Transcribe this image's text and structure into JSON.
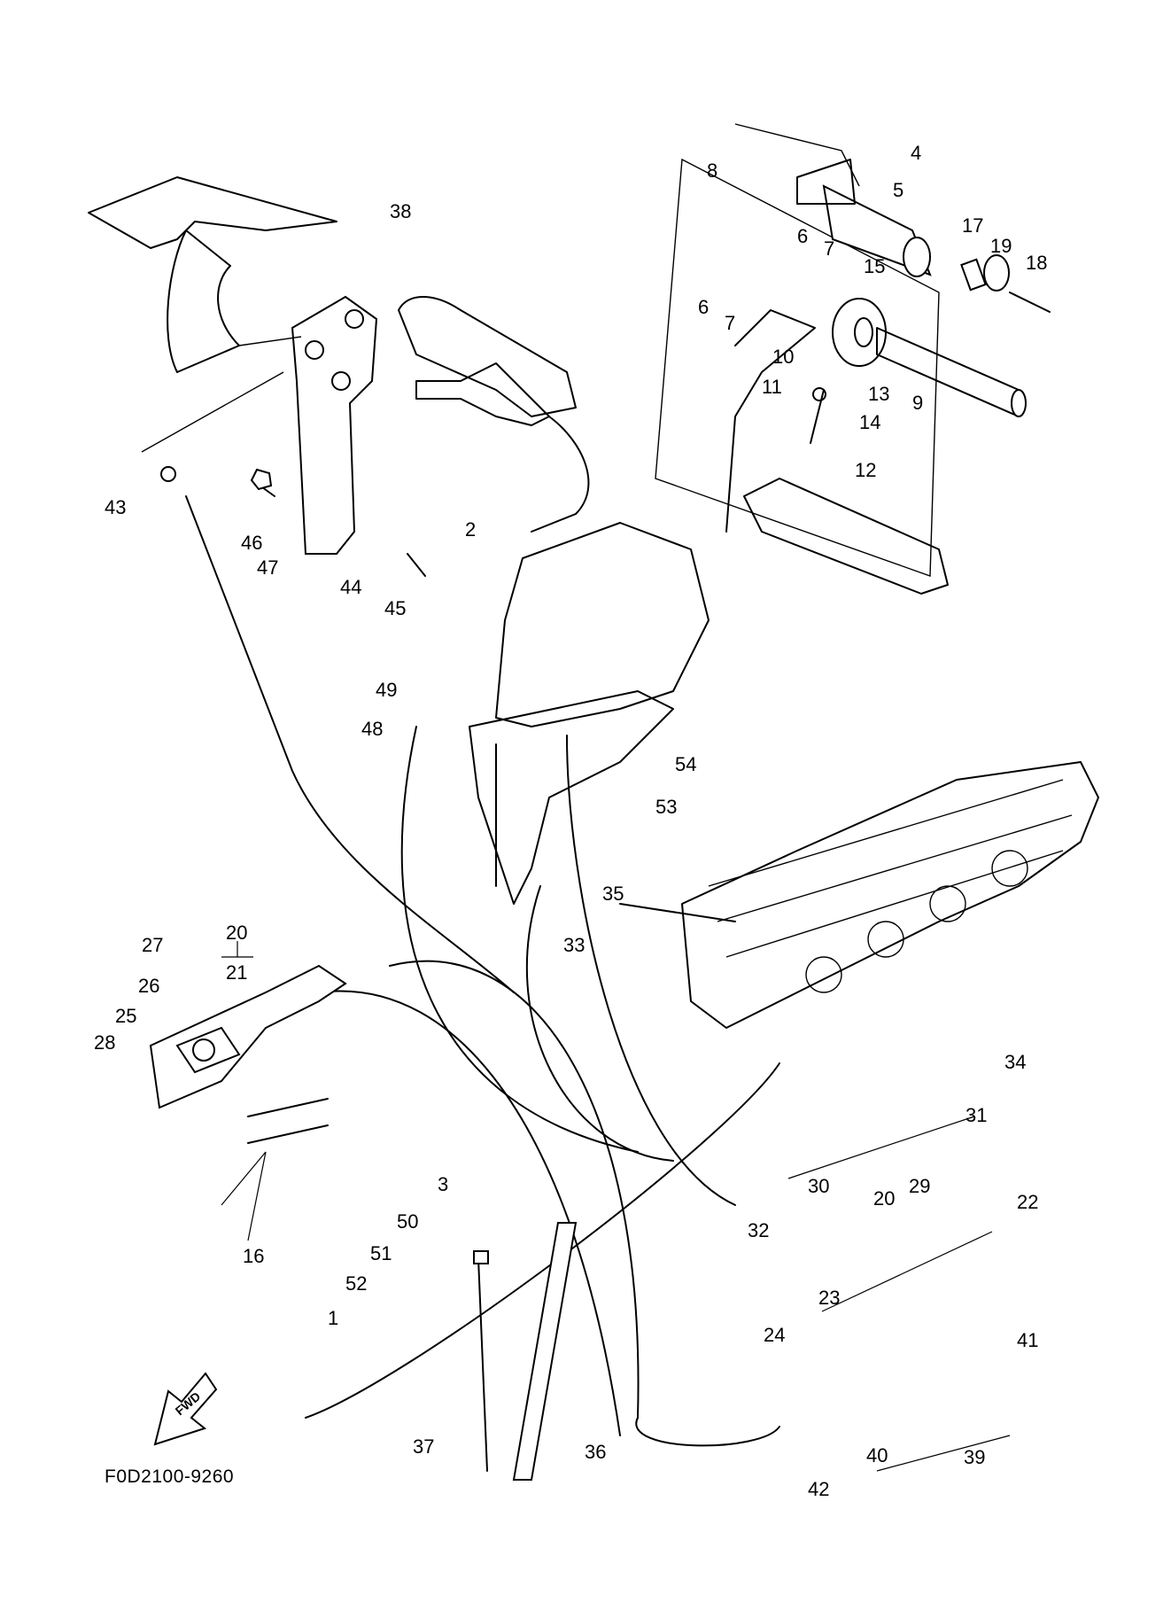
{
  "diagram": {
    "title": "Exploded parts diagram - steering / throttle cables and handlebar",
    "figure_code": "F0D2100-9260",
    "direction_marker": "FWD",
    "callouts": [
      {
        "id": "1",
        "label": "1"
      },
      {
        "id": "2",
        "label": "2"
      },
      {
        "id": "3",
        "label": "3"
      },
      {
        "id": "4",
        "label": "4"
      },
      {
        "id": "5",
        "label": "5"
      },
      {
        "id": "6a",
        "label": "6"
      },
      {
        "id": "6b",
        "label": "6"
      },
      {
        "id": "7a",
        "label": "7"
      },
      {
        "id": "7b",
        "label": "7"
      },
      {
        "id": "8",
        "label": "8"
      },
      {
        "id": "9",
        "label": "9"
      },
      {
        "id": "10",
        "label": "10"
      },
      {
        "id": "11",
        "label": "11"
      },
      {
        "id": "12",
        "label": "12"
      },
      {
        "id": "13",
        "label": "13"
      },
      {
        "id": "14",
        "label": "14"
      },
      {
        "id": "15",
        "label": "15"
      },
      {
        "id": "16",
        "label": "16"
      },
      {
        "id": "17",
        "label": "17"
      },
      {
        "id": "18",
        "label": "18"
      },
      {
        "id": "19",
        "label": "19"
      },
      {
        "id": "20a",
        "label": "20"
      },
      {
        "id": "20b",
        "label": "20"
      },
      {
        "id": "21",
        "label": "21"
      },
      {
        "id": "22",
        "label": "22"
      },
      {
        "id": "23",
        "label": "23"
      },
      {
        "id": "24",
        "label": "24"
      },
      {
        "id": "25",
        "label": "25"
      },
      {
        "id": "26",
        "label": "26"
      },
      {
        "id": "27",
        "label": "27"
      },
      {
        "id": "28",
        "label": "28"
      },
      {
        "id": "29",
        "label": "29"
      },
      {
        "id": "30",
        "label": "30"
      },
      {
        "id": "31",
        "label": "31"
      },
      {
        "id": "32",
        "label": "32"
      },
      {
        "id": "33",
        "label": "33"
      },
      {
        "id": "34",
        "label": "34"
      },
      {
        "id": "35",
        "label": "35"
      },
      {
        "id": "36",
        "label": "36"
      },
      {
        "id": "37",
        "label": "37"
      },
      {
        "id": "38",
        "label": "38"
      },
      {
        "id": "39",
        "label": "39"
      },
      {
        "id": "40",
        "label": "40"
      },
      {
        "id": "41",
        "label": "41"
      },
      {
        "id": "42",
        "label": "42"
      },
      {
        "id": "43",
        "label": "43"
      },
      {
        "id": "44",
        "label": "44"
      },
      {
        "id": "45",
        "label": "45"
      },
      {
        "id": "46",
        "label": "46"
      },
      {
        "id": "47",
        "label": "47"
      },
      {
        "id": "48",
        "label": "48"
      },
      {
        "id": "49",
        "label": "49"
      },
      {
        "id": "50",
        "label": "50"
      },
      {
        "id": "51",
        "label": "51"
      },
      {
        "id": "52",
        "label": "52"
      },
      {
        "id": "53",
        "label": "53"
      },
      {
        "id": "54",
        "label": "54"
      }
    ]
  }
}
